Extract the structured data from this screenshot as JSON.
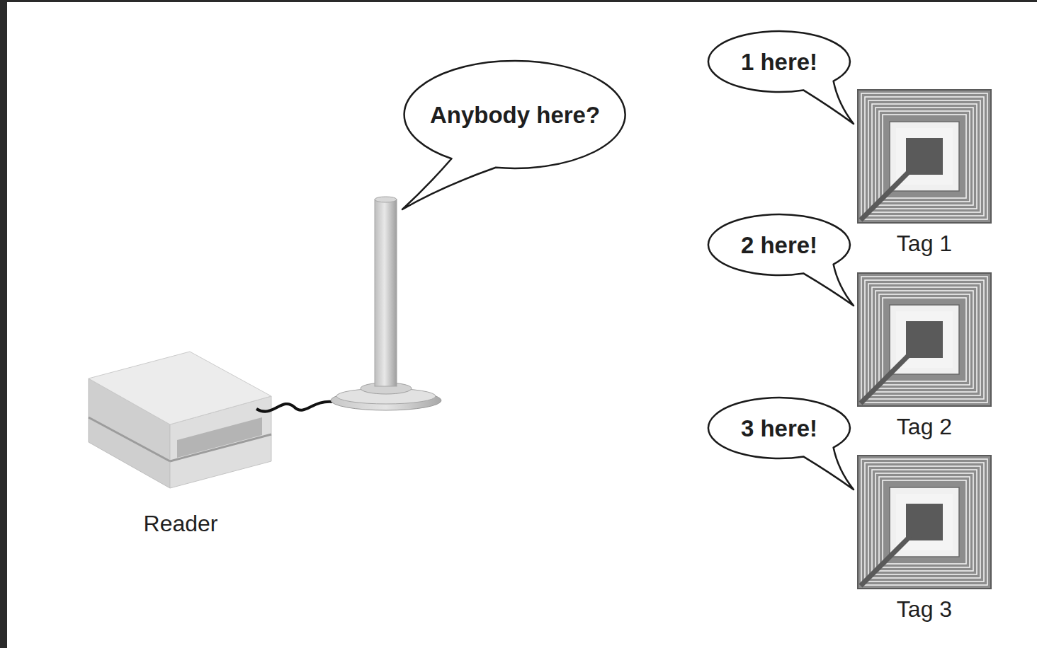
{
  "diagram": {
    "nodes": [
      {
        "text": [
          "Reader"
        ]
      },
      {
        "text": [
          "Anybody here?"
        ]
      },
      {
        "text": [
          "1 here!"
        ]
      },
      {
        "text": [
          "Tag 1"
        ]
      },
      {
        "text": [
          "2 here!"
        ]
      },
      {
        "text": [
          "Tag 2"
        ]
      },
      {
        "text": [
          "3 here!"
        ]
      },
      {
        "text": [
          "Tag 3"
        ]
      }
    ]
  }
}
